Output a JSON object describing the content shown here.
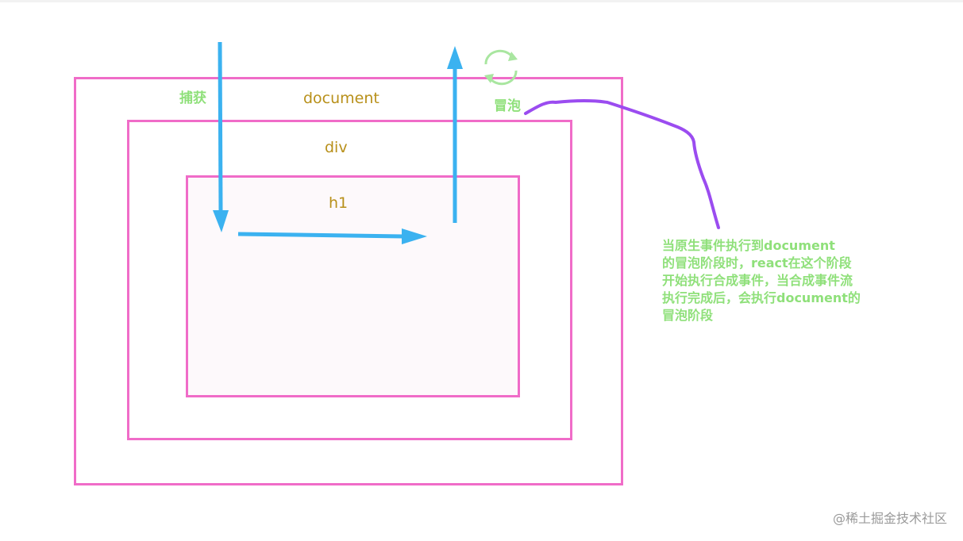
{
  "diagram": {
    "boxes": {
      "document": "document",
      "div": "div",
      "h1": "h1"
    },
    "labels": {
      "capture": "捕获",
      "bubble": "冒泡"
    },
    "note_lines": [
      "当原生事件执行到document",
      "的冒泡阶段时，react在这个阶段",
      "开始执行合成事件，当合成事件流",
      "执行完成后，会执行document的",
      "冒泡阶段"
    ],
    "icons": {
      "refresh": "refresh-icon"
    },
    "colors": {
      "box_border": "#f06cc8",
      "box_label": "#b8901a",
      "arrow": "#3bb2f0",
      "green_text": "#8fe07a",
      "connector": "#9b4cf0",
      "refresh_icon": "#a9e6a0"
    }
  },
  "watermark": "@稀土掘金技术社区"
}
